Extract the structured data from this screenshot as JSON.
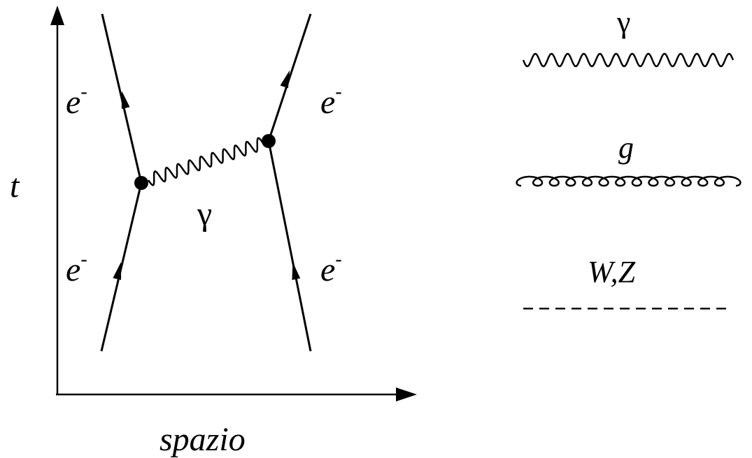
{
  "diagram": {
    "axis_t_label": "t",
    "axis_x_label": "spazio",
    "electron_symbol": "e",
    "electron_charge": "-",
    "exchange_label": "γ",
    "legend": {
      "photon": "γ",
      "gluon": "g",
      "weak": "W,Z"
    }
  }
}
